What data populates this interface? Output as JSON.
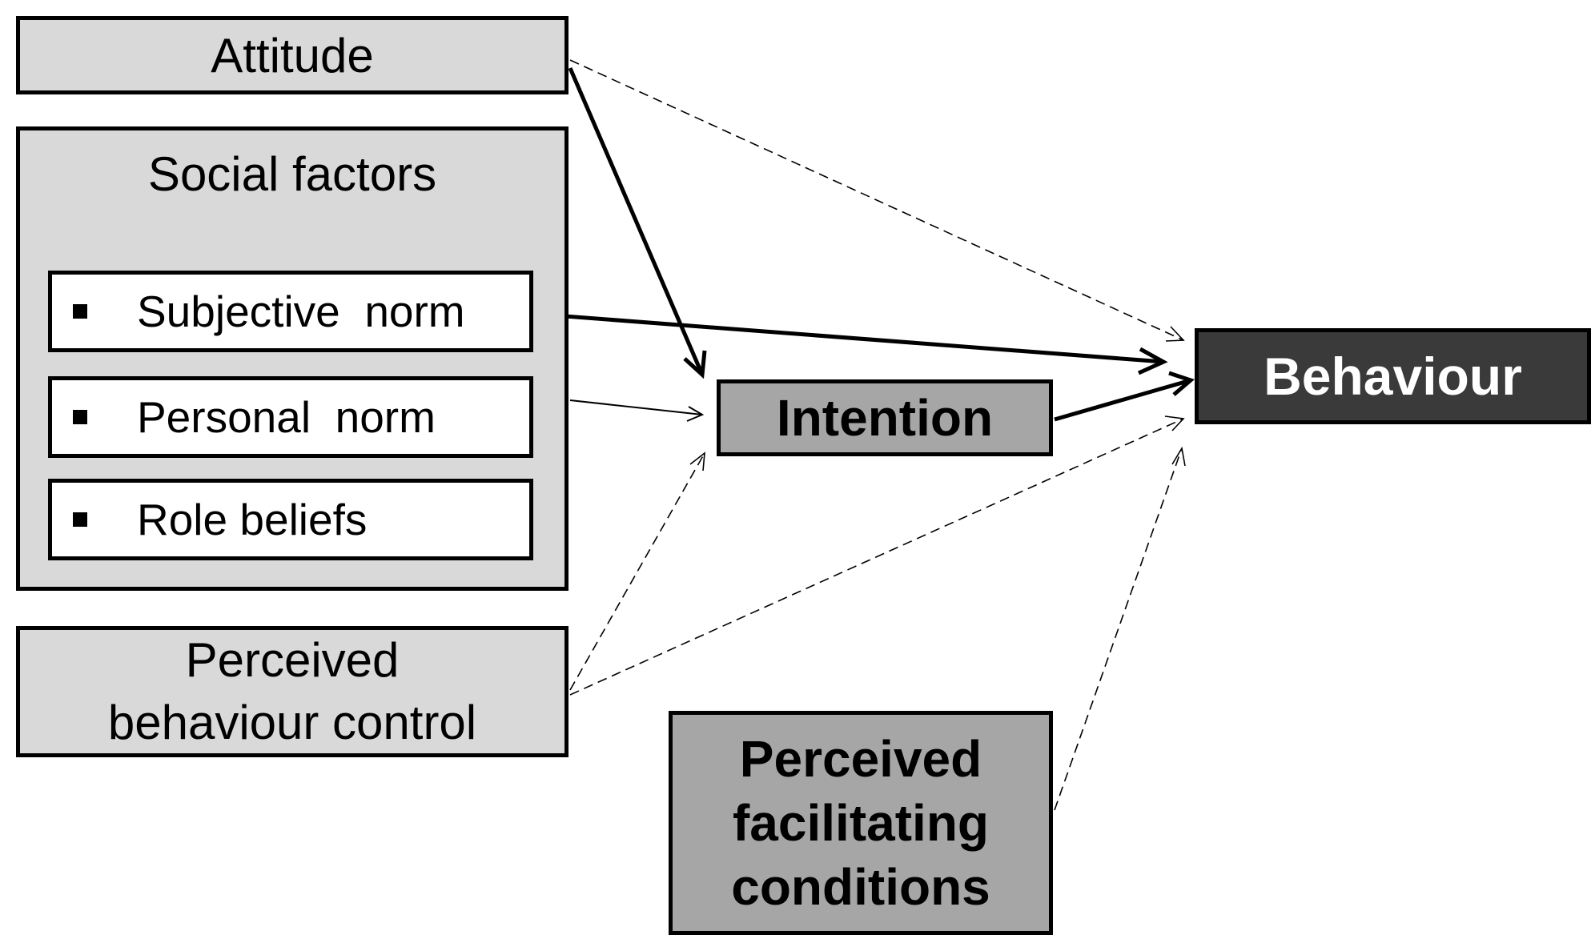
{
  "nodes": {
    "attitude": "Attitude",
    "social_factors": {
      "title": "Social factors",
      "items": [
        "Subjective  norm",
        "Personal  norm",
        "Role beliefs"
      ]
    },
    "pbc": [
      "Perceived",
      "behaviour control"
    ],
    "intention": "Intention",
    "behaviour": "Behaviour",
    "pfc": [
      "Perceived",
      "facilitating",
      "conditions"
    ]
  },
  "colors": {
    "light_box": "#d9d9d9",
    "mid_box": "#a6a6a6",
    "dark_box": "#3a3a3a",
    "line": "#000000"
  }
}
